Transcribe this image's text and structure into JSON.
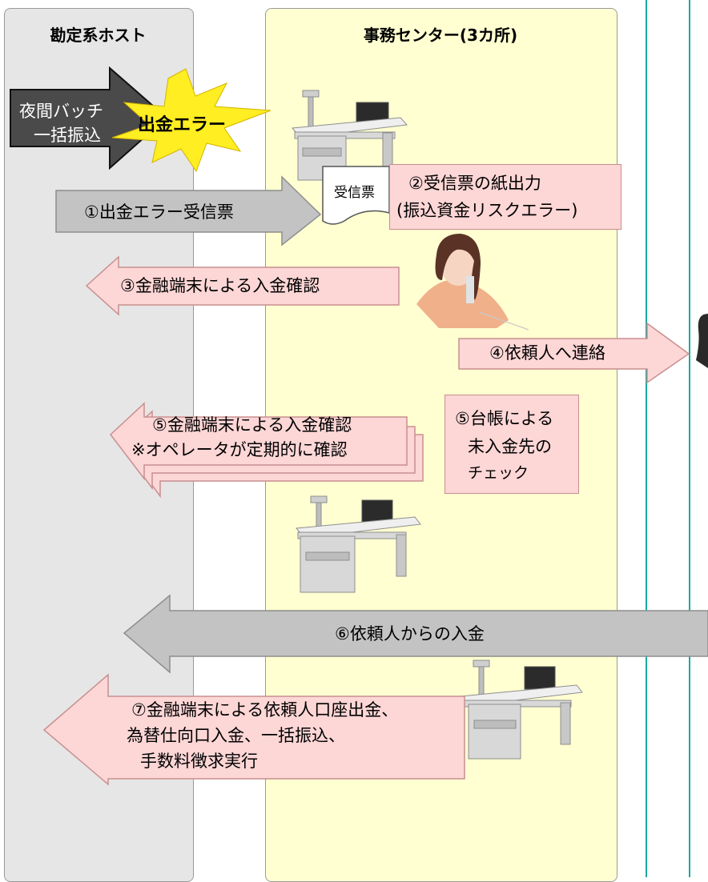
{
  "lanes": {
    "host_title": "勘定系ホスト",
    "center_title": "事務センター(3カ所)"
  },
  "batch_arrow": {
    "line1": "夜間バッチ",
    "line2": "一括振込"
  },
  "error_burst": "出金エラー",
  "steps": {
    "s1": "①出金エラー受信票",
    "paper": "受信票",
    "s2_line1": "②受信票の紙出力",
    "s2_line2": "(振込資金リスクエラー)",
    "s3": "③金融端末による入金確認",
    "s4": "④依頼人へ連絡",
    "s5a_line1": "⑤金融端末による入金確認",
    "s5a_line2": "※オペレータが定期的に確認",
    "s5b_line1": "⑤台帳による",
    "s5b_line2": "未入金先の",
    "s5b_line3": "チェック",
    "s6": "⑥依頼人からの入金",
    "s7_line1": "⑦金融端末による依頼人口座出金、",
    "s7_line2": "為替仕向口入金、一括振込、",
    "s7_line3": "手数料徴求実行"
  },
  "colors": {
    "host_lane": "#e6e6e6",
    "center_lane": "#ffffd1",
    "pink": "#fdd6d6",
    "gray_arrow": "#c3c3c3",
    "teal_line": "#1aaa9c",
    "burst": "#ffee22"
  }
}
